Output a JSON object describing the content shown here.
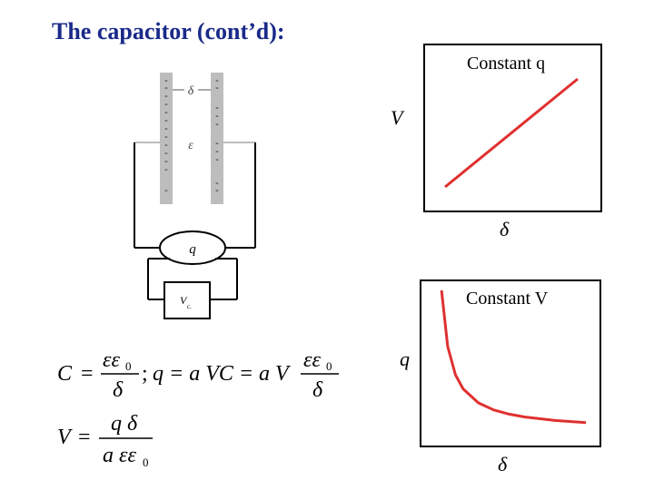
{
  "slide": {
    "title": "The capacitor (cont’d):"
  },
  "circuit": {
    "gap_symbol": "δ",
    "dielectric_symbol": "ε",
    "charge_symbol": "q",
    "voltage_label": "V",
    "voltage_subscript": "c.",
    "plate_charge": "-"
  },
  "equations": {
    "eq1": {
      "C": "C",
      "eq": "=",
      "num1": "εε",
      "num1_sub": "0",
      "den1": "δ",
      "sep": ";",
      "mid": "q = a VC = a V",
      "num2": "εε",
      "num2_sub": "0",
      "den2": "δ"
    },
    "eq2": {
      "V": "V",
      "eq": "=",
      "num": "q δ",
      "den": "a εε",
      "den_sub": "0"
    }
  },
  "chart_data": [
    {
      "type": "line",
      "title": "Constant q",
      "ylabel": "V",
      "xlabel": "δ",
      "series": [
        {
          "x": [
            0,
            1
          ],
          "y": [
            0,
            1
          ]
        }
      ],
      "color": "#e03030"
    },
    {
      "type": "line",
      "title": "Constant V",
      "ylabel": "q",
      "xlabel": "δ",
      "series": [
        {
          "x": [
            0.06,
            0.1,
            0.15,
            0.2,
            0.3,
            0.4,
            0.5,
            0.6,
            0.8,
            1.0
          ],
          "y": [
            1.0,
            0.6,
            0.4,
            0.3,
            0.2,
            0.15,
            0.12,
            0.1,
            0.075,
            0.06
          ]
        }
      ],
      "color": "#e03030"
    }
  ]
}
